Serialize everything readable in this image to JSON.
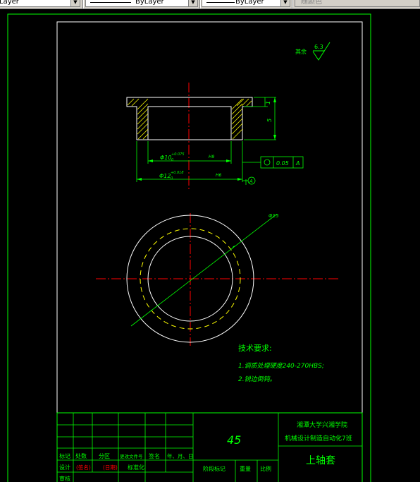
{
  "toolbar": {
    "layer_combo": "Layer",
    "linetype_combo": "ByLayer",
    "lineweight_combo": "ByLayer",
    "color_combo": "随颜色"
  },
  "drawing": {
    "roughness_label": "其余",
    "roughness_value": "6.3",
    "dim_inner_dia": "Φ10",
    "dim_inner_tol_upper": "+0.075",
    "dim_inner_tol_lower": "0",
    "dim_inner_fit": "H9",
    "dim_outer_dia": "Φ12",
    "dim_outer_tol_upper": "+0.018",
    "dim_outer_tol_lower": "0",
    "dim_outer_fit": "H6",
    "dim_height_flange": "1",
    "dim_height_total": "5",
    "gdt_tolerance": "0.05",
    "gdt_datum": "A",
    "datum_label": "A",
    "dim_flange_dia": "Φ15",
    "tech_title": "技术要求:",
    "tech_line1": "1.调质处理硬度240-270HBS;",
    "tech_line2": "2.锐边倒钝。"
  },
  "title_block": {
    "material": "45",
    "school": "湘潭大学兴湘学院",
    "class_name": "机械设计制造自动化7班",
    "part_name": "上轴套",
    "row_labels": [
      "标记",
      "处数",
      "分区",
      "更改文件号",
      "签名",
      "年、月、日"
    ],
    "design_label": "设计",
    "sign_placeholder": "(签名)",
    "date_placeholder": "(日期)",
    "standard_label": "标准化",
    "stage_label": "阶段标记",
    "weight_label": "重量",
    "scale_label": "比例",
    "check_label": "审核"
  }
}
